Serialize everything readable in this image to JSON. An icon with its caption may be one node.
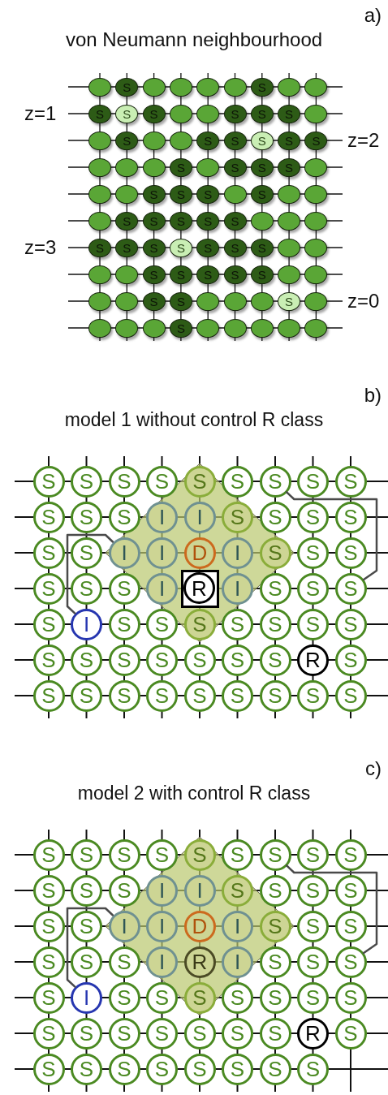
{
  "diagram": {
    "nodes": [
      {
        "text": [],
        "shape": "circle"
      },
      {
        "text": [
          "S"
        ]
      },
      {
        "text": [],
        "shape": "circle"
      },
      {
        "text": [],
        "shape": "circle"
      },
      {
        "text": [],
        "shape": "circle"
      },
      {
        "text": [],
        "shape": "circle"
      },
      {
        "text": [
          "S"
        ]
      },
      {
        "text": [],
        "shape": "circle"
      },
      {
        "text": [],
        "shape": "circle"
      },
      {
        "text": [
          "S"
        ]
      },
      {
        "text": [
          "S"
        ]
      },
      {
        "text": [
          "S"
        ]
      },
      {
        "text": [],
        "shape": "circle"
      },
      {
        "text": [],
        "shape": "circle"
      },
      {
        "text": [
          "S"
        ]
      },
      {
        "text": [
          "S"
        ]
      },
      {
        "text": [
          "S"
        ]
      },
      {
        "text": [],
        "shape": "circle"
      },
      {
        "text": [],
        "shape": "circle"
      },
      {
        "text": [
          "S"
        ]
      },
      {
        "text": [],
        "shape": "circle"
      },
      {
        "text": [],
        "shape": "circle"
      },
      {
        "text": [
          "S"
        ]
      },
      {
        "text": [
          "S"
        ]
      },
      {
        "text": [
          "S"
        ]
      },
      {
        "text": [
          "S"
        ]
      },
      {
        "text": [
          "S"
        ]
      },
      {
        "text": [],
        "shape": "circle"
      },
      {
        "text": [],
        "shape": "circle"
      },
      {
        "text": [],
        "shape": "circle"
      },
      {
        "text": [
          "S"
        ]
      },
      {
        "text": [],
        "shape": "circle"
      },
      {
        "text": [
          "S"
        ]
      },
      {
        "text": [
          "S"
        ]
      },
      {
        "text": [
          "S"
        ]
      },
      {
        "text": [],
        "shape": "circle"
      },
      {
        "text": [],
        "shape": "circle"
      },
      {
        "text": [],
        "shape": "circle"
      },
      {
        "text": [
          "S"
        ]
      },
      {
        "text": [
          "S"
        ]
      },
      {
        "text": [
          "S"
        ]
      },
      {
        "text": [],
        "shape": "circle"
      },
      {
        "text": [
          "S"
        ]
      },
      {
        "text": [],
        "shape": "circle"
      },
      {
        "text": [],
        "shape": "circle"
      },
      {
        "text": [],
        "shape": "circle"
      },
      {
        "text": [
          "S"
        ]
      },
      {
        "text": [
          "S"
        ]
      },
      {
        "text": [
          "S"
        ]
      },
      {
        "text": [
          "S"
        ]
      },
      {
        "text": [
          "S"
        ]
      },
      {
        "text": [],
        "shape": "circle"
      },
      {
        "text": [],
        "shape": "circle"
      },
      {
        "text": [],
        "shape": "circle"
      },
      {
        "text": [
          "S"
        ]
      },
      {
        "text": [
          "S"
        ]
      },
      {
        "text": [
          "S"
        ]
      },
      {
        "text": [
          "S"
        ]
      },
      {
        "text": [
          "S"
        ]
      },
      {
        "text": [
          "S"
        ]
      },
      {
        "text": [
          "S"
        ]
      },
      {
        "text": [],
        "shape": "circle"
      },
      {
        "text": [],
        "shape": "circle"
      },
      {
        "text": [],
        "shape": "circle"
      },
      {
        "text": [],
        "shape": "circle"
      },
      {
        "text": [
          "S"
        ]
      },
      {
        "text": [
          "S"
        ]
      },
      {
        "text": [
          "S"
        ]
      },
      {
        "text": [
          "S"
        ]
      },
      {
        "text": [
          "S"
        ]
      },
      {
        "text": [],
        "shape": "circle"
      },
      {
        "text": [],
        "shape": "circle"
      },
      {
        "text": [],
        "shape": "circle"
      },
      {
        "text": [],
        "shape": "circle"
      },
      {
        "text": [
          "S"
        ]
      },
      {
        "text": [
          "S"
        ]
      },
      {
        "text": [],
        "shape": "circle"
      },
      {
        "text": [],
        "shape": "circle"
      },
      {
        "text": [],
        "shape": "circle"
      },
      {
        "text": [
          "S"
        ]
      },
      {
        "text": [],
        "shape": "circle"
      },
      {
        "text": [],
        "shape": "circle"
      },
      {
        "text": [],
        "shape": "circle"
      },
      {
        "text": [],
        "shape": "circle"
      },
      {
        "text": [
          "S"
        ]
      },
      {
        "text": [],
        "shape": "circle"
      },
      {
        "text": [],
        "shape": "circle"
      },
      {
        "text": [],
        "shape": "circle"
      },
      {
        "text": [],
        "shape": "circle"
      },
      {
        "text": [],
        "shape": "circle"
      },
      {
        "text": [
          "S"
        ]
      },
      {
        "text": [
          "S"
        ]
      },
      {
        "text": [
          "S"
        ]
      },
      {
        "text": [
          "S"
        ]
      },
      {
        "text": [
          "S"
        ]
      },
      {
        "text": [
          "S"
        ]
      },
      {
        "text": [
          "S"
        ]
      },
      {
        "text": [
          "S"
        ]
      },
      {
        "text": [
          "S"
        ]
      },
      {
        "text": [
          "S"
        ]
      },
      {
        "text": [
          "S"
        ]
      },
      {
        "text": [
          "S"
        ]
      },
      {
        "text": [
          "I"
        ]
      },
      {
        "text": [
          "I"
        ]
      },
      {
        "text": [
          "S"
        ]
      },
      {
        "text": [
          "S"
        ]
      },
      {
        "text": [
          "S"
        ]
      },
      {
        "text": [
          "S"
        ]
      },
      {
        "text": [
          "S"
        ]
      },
      {
        "text": [
          "S"
        ]
      },
      {
        "text": [
          "I"
        ]
      },
      {
        "text": [
          "I"
        ]
      },
      {
        "text": [
          "D"
        ]
      },
      {
        "text": [
          "I"
        ]
      },
      {
        "text": [
          "S"
        ]
      },
      {
        "text": [
          "S"
        ]
      },
      {
        "text": [
          "S"
        ]
      },
      {
        "text": [
          "S"
        ]
      },
      {
        "text": [
          "S"
        ]
      },
      {
        "text": [
          "S"
        ]
      },
      {
        "text": [
          "I"
        ]
      },
      {
        "text": [],
        "shape": "box"
      },
      {
        "text": [
          "R"
        ],
        "in": 121
      },
      {
        "text": [
          "I"
        ]
      },
      {
        "text": [
          "S"
        ]
      },
      {
        "text": [
          "S"
        ]
      },
      {
        "text": [
          "S"
        ]
      },
      {
        "text": [
          "S"
        ]
      },
      {
        "text": [
          "I"
        ]
      },
      {
        "text": [
          "S"
        ]
      },
      {
        "text": [
          "S"
        ]
      },
      {
        "text": [
          "S"
        ]
      },
      {
        "text": [
          "S"
        ]
      },
      {
        "text": [
          "S"
        ]
      },
      {
        "text": [
          "S"
        ]
      },
      {
        "text": [
          "S"
        ]
      },
      {
        "text": [
          "S"
        ]
      },
      {
        "text": [
          "S"
        ]
      },
      {
        "text": [
          "S"
        ]
      },
      {
        "text": [
          "S"
        ]
      },
      {
        "text": [
          "S"
        ]
      },
      {
        "text": [
          "S"
        ]
      },
      {
        "text": [
          "S"
        ]
      },
      {
        "text": [
          "R"
        ]
      },
      {
        "text": [
          "S"
        ]
      },
      {
        "text": [
          "S"
        ]
      },
      {
        "text": [
          "S"
        ]
      },
      {
        "text": [
          "S"
        ]
      },
      {
        "text": [
          "S"
        ]
      },
      {
        "text": [
          "S"
        ]
      },
      {
        "text": [
          "S"
        ]
      },
      {
        "text": [
          "S"
        ]
      },
      {
        "text": [
          "S"
        ]
      },
      {
        "text": [
          "S"
        ]
      },
      {
        "text": [
          "S"
        ]
      },
      {
        "text": [
          "S"
        ]
      },
      {
        "text": [
          "S"
        ]
      },
      {
        "text": [
          "S"
        ]
      },
      {
        "text": [
          "S"
        ]
      },
      {
        "text": [
          "S"
        ]
      },
      {
        "text": [
          "S"
        ]
      },
      {
        "text": [
          "S"
        ]
      },
      {
        "text": [
          "S"
        ]
      },
      {
        "text": [
          "S"
        ]
      },
      {
        "text": [
          "S"
        ]
      },
      {
        "text": [
          "S"
        ]
      },
      {
        "text": [
          "I"
        ]
      },
      {
        "text": [
          "I"
        ]
      },
      {
        "text": [
          "S"
        ]
      },
      {
        "text": [
          "S"
        ]
      },
      {
        "text": [
          "S"
        ]
      },
      {
        "text": [
          "S"
        ]
      },
      {
        "text": [
          "S"
        ]
      },
      {
        "text": [
          "S"
        ]
      },
      {
        "text": [
          "I"
        ]
      },
      {
        "text": [
          "I"
        ]
      },
      {
        "text": [
          "D"
        ]
      },
      {
        "text": [
          "I"
        ]
      },
      {
        "text": [
          "S"
        ]
      },
      {
        "text": [
          "S"
        ]
      },
      {
        "text": [
          "S"
        ]
      },
      {
        "text": [
          "S"
        ]
      },
      {
        "text": [
          "S"
        ]
      },
      {
        "text": [
          "S"
        ]
      },
      {
        "text": [
          "I"
        ]
      },
      {
        "text": [
          "R"
        ]
      },
      {
        "text": [
          "I"
        ]
      },
      {
        "text": [
          "S"
        ]
      },
      {
        "text": [
          "S"
        ]
      },
      {
        "text": [
          "S"
        ]
      },
      {
        "text": [
          "S"
        ]
      },
      {
        "text": [
          "I"
        ]
      },
      {
        "text": [
          "S"
        ]
      },
      {
        "text": [
          "S"
        ]
      },
      {
        "text": [
          "S"
        ]
      },
      {
        "text": [
          "S"
        ]
      },
      {
        "text": [
          "S"
        ]
      },
      {
        "text": [
          "S"
        ]
      },
      {
        "text": [
          "S"
        ]
      },
      {
        "text": [
          "S"
        ]
      },
      {
        "text": [
          "S"
        ]
      },
      {
        "text": [
          "S"
        ]
      },
      {
        "text": [
          "S"
        ]
      },
      {
        "text": [
          "S"
        ]
      },
      {
        "text": [
          "S"
        ]
      },
      {
        "text": [
          "S"
        ]
      },
      {
        "text": [
          "R"
        ]
      },
      {
        "text": [
          "S"
        ]
      },
      {
        "text": [
          "S"
        ]
      },
      {
        "text": [
          "S"
        ]
      },
      {
        "text": [
          "S"
        ]
      },
      {
        "text": [
          "S"
        ]
      },
      {
        "text": [
          "S"
        ]
      },
      {
        "text": [
          "S"
        ]
      },
      {
        "text": [
          "S"
        ]
      },
      {
        "text": [
          "S"
        ]
      }
    ],
    "edges": [
      {
        "from": 128,
        "to": 110,
        "arrow": "none"
      },
      {
        "from": 96,
        "to": 126,
        "arrow": "none"
      },
      {
        "from": 191,
        "to": 174,
        "arrow": "none"
      },
      {
        "from": 160,
        "to": 189,
        "arrow": "none"
      }
    ],
    "labels": [
      "a)",
      "von Neumann neighbourhood",
      "z=1",
      "z=2",
      "z=3",
      "z=0",
      "b)",
      "model 1 without control R class",
      "c)",
      "model 2 with control R class"
    ]
  }
}
